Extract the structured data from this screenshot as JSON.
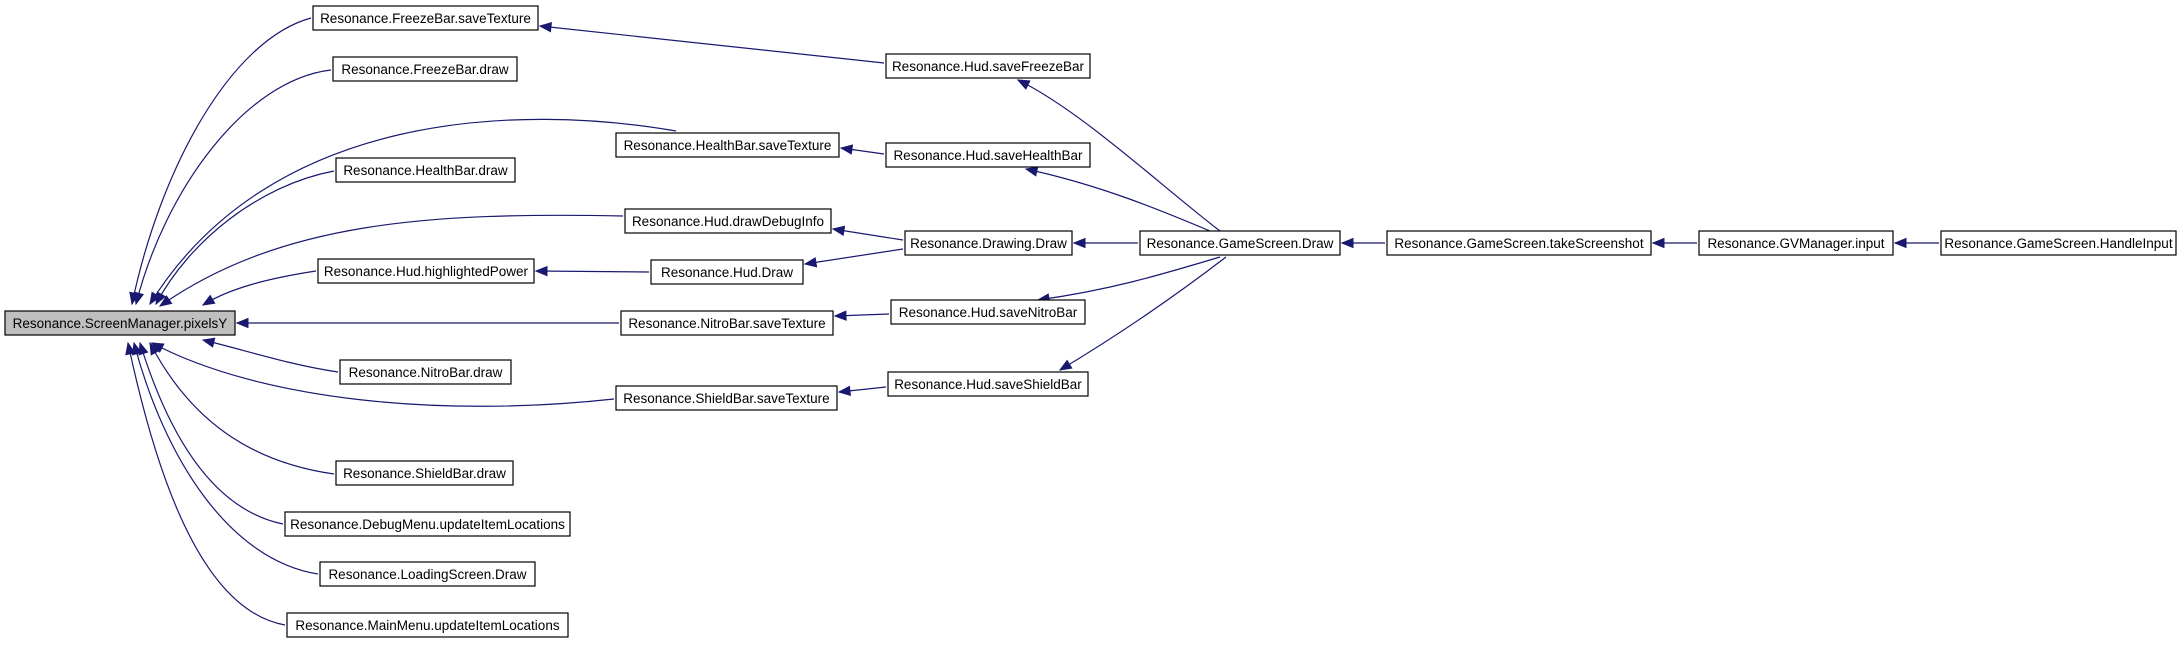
{
  "diagram": {
    "root": "Resonance.ScreenManager.pixelsY",
    "nodes": {
      "root": "Resonance.ScreenManager.pixelsY",
      "freezebar_savetexture": "Resonance.FreezeBar.saveTexture",
      "freezebar_draw": "Resonance.FreezeBar.draw",
      "healthbar_savetexture": "Resonance.HealthBar.saveTexture",
      "healthbar_draw": "Resonance.HealthBar.draw",
      "hud_drawdebuginfo": "Resonance.Hud.drawDebugInfo",
      "hud_highlightedpower": "Resonance.Hud.highlightedPower",
      "hud_draw": "Resonance.Hud.Draw",
      "nitrobar_savetexture": "Resonance.NitroBar.saveTexture",
      "nitrobar_draw": "Resonance.NitroBar.draw",
      "shieldbar_savetexture": "Resonance.ShieldBar.saveTexture",
      "shieldbar_draw": "Resonance.ShieldBar.draw",
      "debugmenu_update": "Resonance.DebugMenu.updateItemLocations",
      "loadingscreen_draw": "Resonance.LoadingScreen.Draw",
      "mainmenu_update": "Resonance.MainMenu.updateItemLocations",
      "hud_savefreezebar": "Resonance.Hud.saveFreezeBar",
      "hud_savehealthbar": "Resonance.Hud.saveHealthBar",
      "drawing_draw": "Resonance.Drawing.Draw",
      "hud_savenitrobar": "Resonance.Hud.saveNitroBar",
      "hud_saveshieldbar": "Resonance.Hud.saveShieldBar",
      "gamescreen_draw": "Resonance.GameScreen.Draw",
      "gamescreen_takescreenshot": "Resonance.GameScreen.takeScreenshot",
      "gvmanager_input": "Resonance.GVManager.input",
      "gamescreen_handleinput": "Resonance.GameScreen.HandleInput"
    },
    "edges": [
      [
        "freezebar_savetexture",
        "root"
      ],
      [
        "freezebar_draw",
        "root"
      ],
      [
        "healthbar_savetexture",
        "root"
      ],
      [
        "healthbar_draw",
        "root"
      ],
      [
        "hud_drawdebuginfo",
        "root"
      ],
      [
        "hud_highlightedpower",
        "root"
      ],
      [
        "nitrobar_savetexture",
        "root"
      ],
      [
        "nitrobar_draw",
        "root"
      ],
      [
        "shieldbar_savetexture",
        "root"
      ],
      [
        "shieldbar_draw",
        "root"
      ],
      [
        "debugmenu_update",
        "root"
      ],
      [
        "loadingscreen_draw",
        "root"
      ],
      [
        "mainmenu_update",
        "root"
      ],
      [
        "hud_savefreezebar",
        "freezebar_savetexture"
      ],
      [
        "hud_savehealthbar",
        "healthbar_savetexture"
      ],
      [
        "drawing_draw",
        "hud_drawdebuginfo"
      ],
      [
        "hud_draw",
        "hud_highlightedpower"
      ],
      [
        "drawing_draw",
        "hud_draw"
      ],
      [
        "hud_savenitrobar",
        "nitrobar_savetexture"
      ],
      [
        "hud_saveshieldbar",
        "shieldbar_savetexture"
      ],
      [
        "gamescreen_draw",
        "hud_savefreezebar"
      ],
      [
        "gamescreen_draw",
        "hud_savehealthbar"
      ],
      [
        "gamescreen_draw",
        "drawing_draw"
      ],
      [
        "gamescreen_draw",
        "hud_savenitrobar"
      ],
      [
        "gamescreen_draw",
        "hud_saveshieldbar"
      ],
      [
        "gamescreen_takescreenshot",
        "gamescreen_draw"
      ],
      [
        "gvmanager_input",
        "gamescreen_takescreenshot"
      ],
      [
        "gamescreen_handleinput",
        "gvmanager_input"
      ]
    ],
    "colors": {
      "edge": "#191970",
      "node_border": "#000000",
      "node_fill": "#ffffff",
      "root_fill": "#bfbfbf",
      "background": "#ffffff"
    }
  }
}
